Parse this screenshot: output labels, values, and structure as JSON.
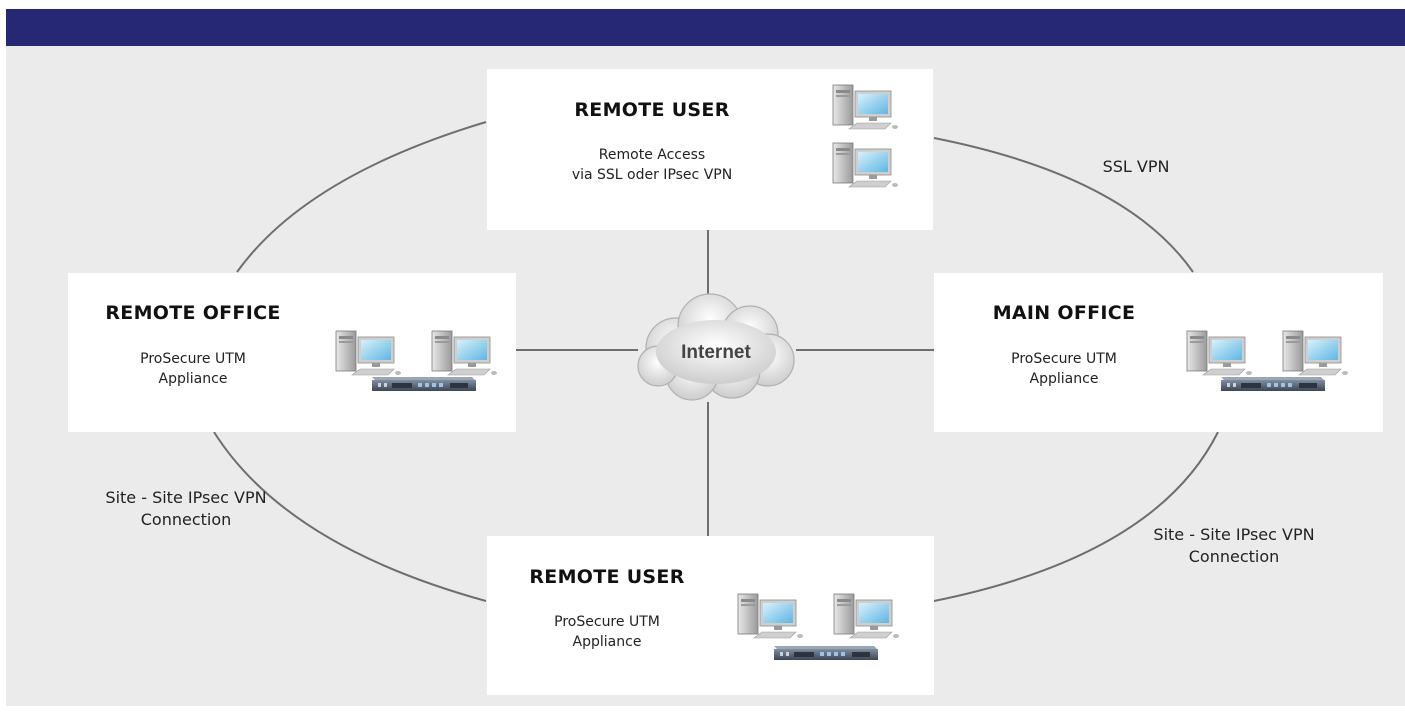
{
  "header": {
    "bar_color": "#262873"
  },
  "colors": {
    "background": "#ebebeb",
    "box": "#ffffff",
    "line": "#6e6e6e"
  },
  "nodes": {
    "remote_user_top": {
      "title": "REMOTE USER",
      "subtitle": [
        "Remote Access",
        "via SSL oder IPsec VPN"
      ],
      "icons": [
        "desktop-computer-icon",
        "desktop-computer-icon"
      ]
    },
    "remote_office": {
      "title": "REMOTE OFFICE",
      "subtitle": [
        "ProSecure UTM",
        "Appliance"
      ],
      "icons": [
        "desktop-computer-icon",
        "desktop-computer-icon",
        "utm-appliance-icon"
      ]
    },
    "main_office": {
      "title": "MAIN OFFICE",
      "subtitle": [
        "ProSecure UTM",
        "Appliance"
      ],
      "icons": [
        "desktop-computer-icon",
        "desktop-computer-icon",
        "utm-appliance-icon"
      ]
    },
    "remote_user_bottom": {
      "title": "REMOTE USER",
      "subtitle": [
        "ProSecure UTM",
        "Appliance"
      ],
      "icons": [
        "desktop-computer-icon",
        "desktop-computer-icon",
        "utm-appliance-icon"
      ]
    }
  },
  "internet": {
    "label": "Internet",
    "icon": "cloud-icon"
  },
  "edges": {
    "ssl_vpn": [
      "SSL VPN"
    ],
    "left_vpn": [
      "Site - Site IPsec VPN",
      "Connection"
    ],
    "right_vpn": [
      "Site - Site IPsec VPN",
      "Connection"
    ]
  }
}
